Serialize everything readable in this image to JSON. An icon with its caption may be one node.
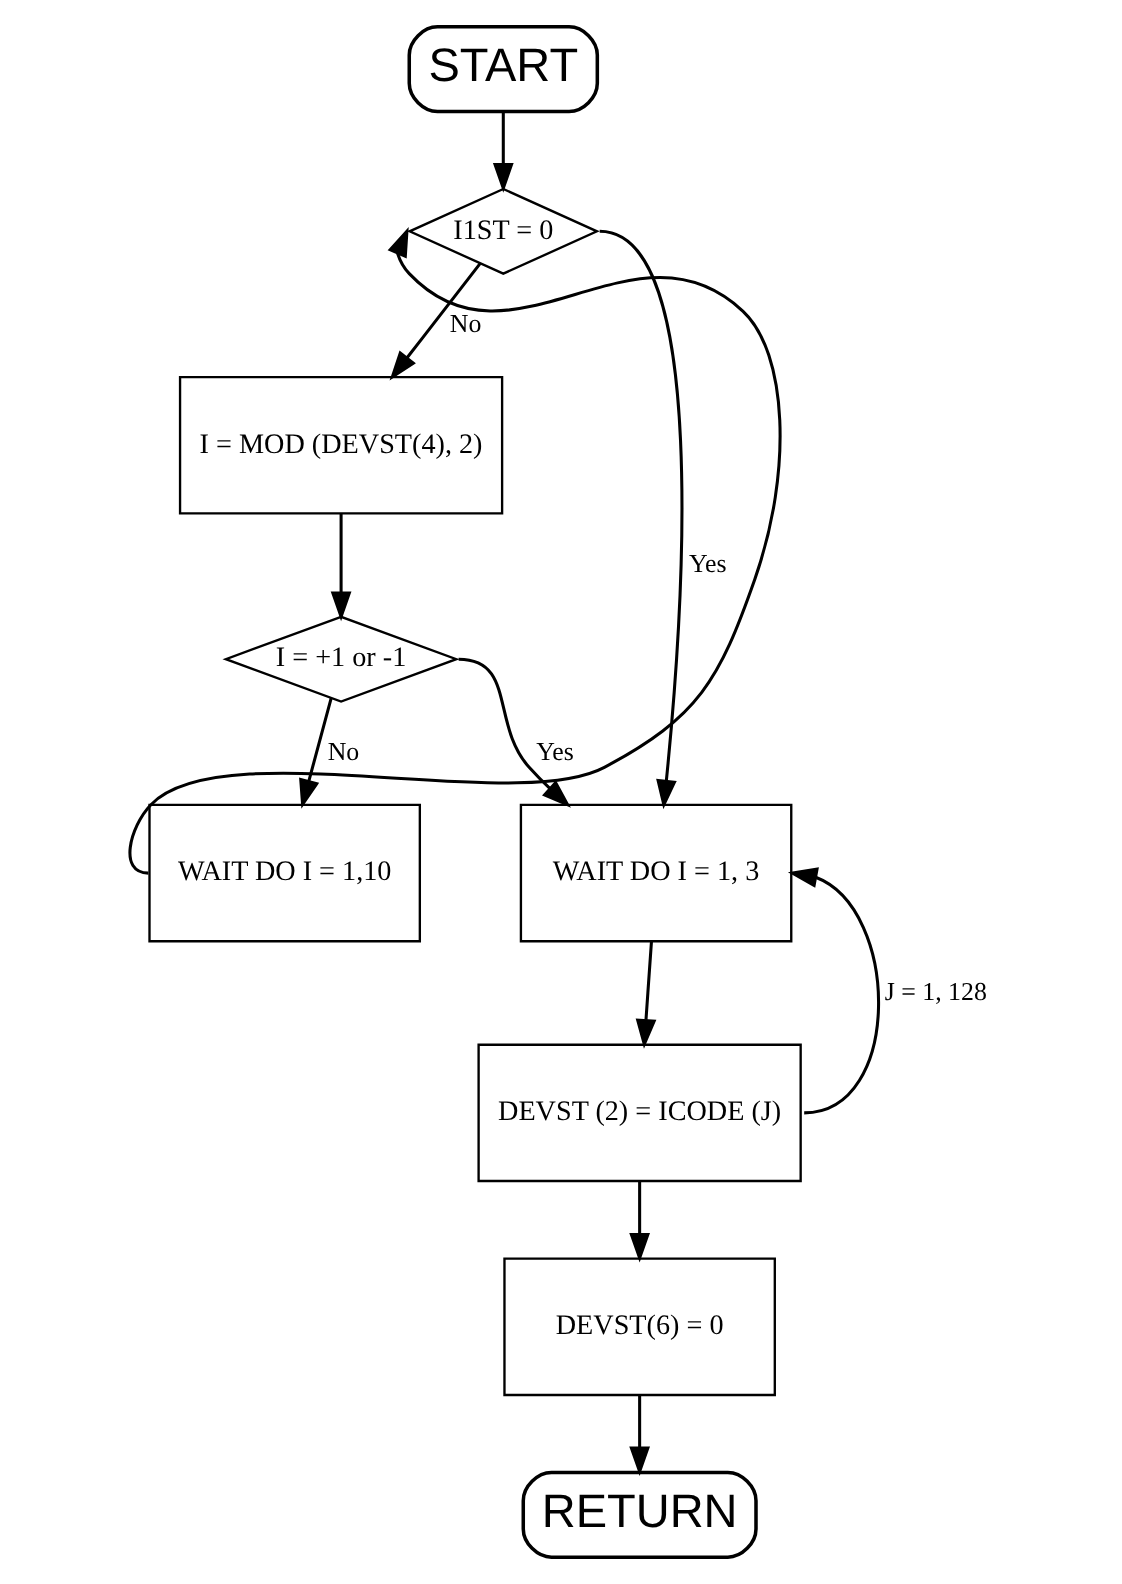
{
  "diagram": {
    "nodes": [
      {
        "text": [
          "START"
        ]
      },
      {
        "text": [
          "I1ST = 0"
        ]
      },
      {
        "text": [
          "I = MOD (DEVST(4), 2)"
        ]
      },
      {
        "text": [
          "I = +1 or -1"
        ]
      },
      {
        "text": [
          "WAIT DO I = 1,10"
        ]
      },
      {
        "text": [
          "WAIT DO I = 1, 3"
        ]
      },
      {
        "text": [
          "DEVST (2) = ICODE (J)"
        ]
      },
      {
        "text": [
          "DEVST(6) = 0"
        ]
      },
      {
        "text": [
          "RETURN"
        ]
      }
    ],
    "edges": [
      {
        "from": 0,
        "to": 1,
        "arrow": "to"
      },
      {
        "from": 1,
        "to": 5,
        "arrow": "to",
        "label": "Yes"
      },
      {
        "from": 1,
        "to": 2,
        "arrow": "to",
        "label": "No"
      },
      {
        "from": 2,
        "to": 3,
        "arrow": "to"
      },
      {
        "from": 3,
        "to": 5,
        "arrow": "to",
        "label": "Yes"
      },
      {
        "from": 3,
        "to": 4,
        "arrow": "to",
        "label": "No"
      },
      {
        "from": 4,
        "to": 1,
        "arrow": "to"
      },
      {
        "from": 5,
        "to": 6,
        "arrow": "to"
      },
      {
        "from": 6,
        "to": 5,
        "arrow": "to",
        "label": "J = 1, 128"
      },
      {
        "from": 6,
        "to": 7,
        "arrow": "to"
      },
      {
        "from": 7,
        "to": 8,
        "arrow": "to"
      }
    ]
  }
}
